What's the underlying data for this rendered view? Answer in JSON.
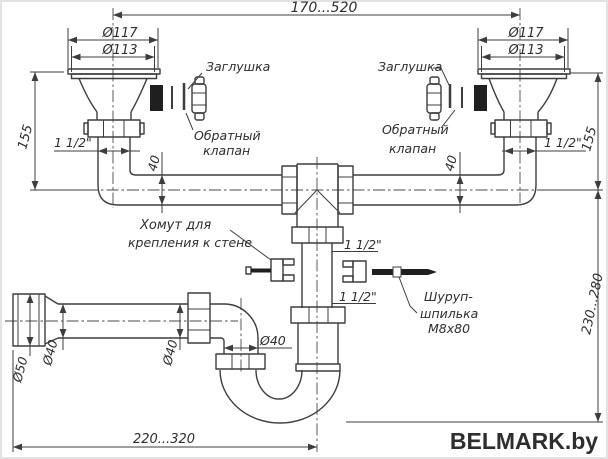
{
  "drawing": {
    "title_semantic": "double-sink-siphon-technical-drawing",
    "line_color": "#3d3d3d",
    "dimensions": {
      "top_span": "170...520",
      "bottom_span": "220...320",
      "height_upper": "155",
      "height_lower": "230...280",
      "flange_outer": "Ø117",
      "flange_inner": "Ø113",
      "pipe_offset": "40",
      "thread_size": "1 1/2\"",
      "pipe_d50": "Ø50",
      "pipe_d40": "Ø40"
    },
    "annotations": {
      "plug": "Заглушка",
      "check_valve_line1": "Обратный",
      "check_valve_line2": "клапан",
      "clamp_line1": "Хомут для",
      "clamp_line2": "крепления к стене",
      "screw_line1": "Шуруп-",
      "screw_line2": "шпилька",
      "screw_line3": "М8х80"
    },
    "logo": {
      "text": "BELMARK.by",
      "color": "#4aa32b"
    }
  }
}
